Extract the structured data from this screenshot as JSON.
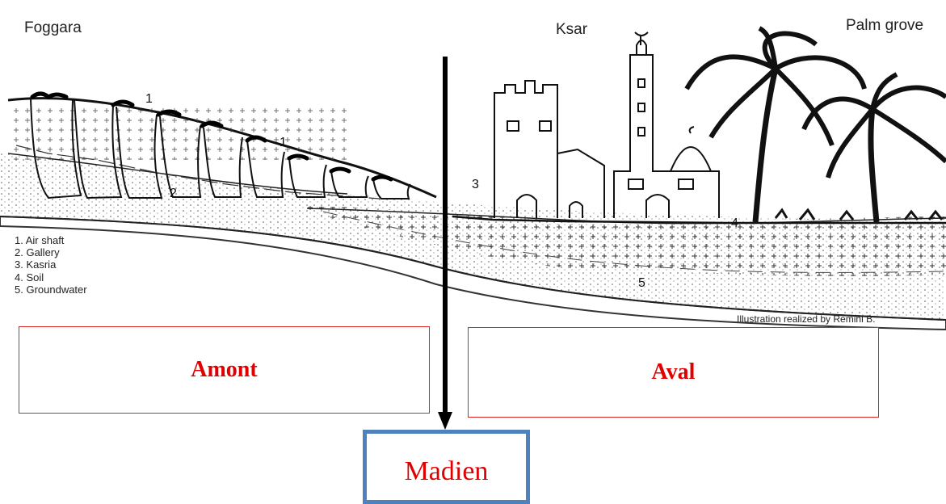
{
  "diagram": {
    "labels": {
      "foggara": "Foggara",
      "ksar": "Ksar",
      "palm_grove": "Palm grove"
    },
    "markers": {
      "air_shaft_1a": "1",
      "air_shaft_1b": "1",
      "gallery_2": "2",
      "kasria_3": "3",
      "soil_4": "4",
      "groundwater_5": "5"
    },
    "legend": [
      "1. Air shaft",
      "2. Gallery",
      "3. Kasria",
      "4. Soil",
      "5. Groundwater"
    ],
    "credit": "Illustration realized by Remini B."
  },
  "zones": {
    "upstream": "Amont",
    "downstream": "Aval",
    "middle": "Madien"
  },
  "colors": {
    "zone_text": "#e00000",
    "zone_border": "#d22222",
    "middle_border": "#4f81bd",
    "arrow": "#000000"
  }
}
